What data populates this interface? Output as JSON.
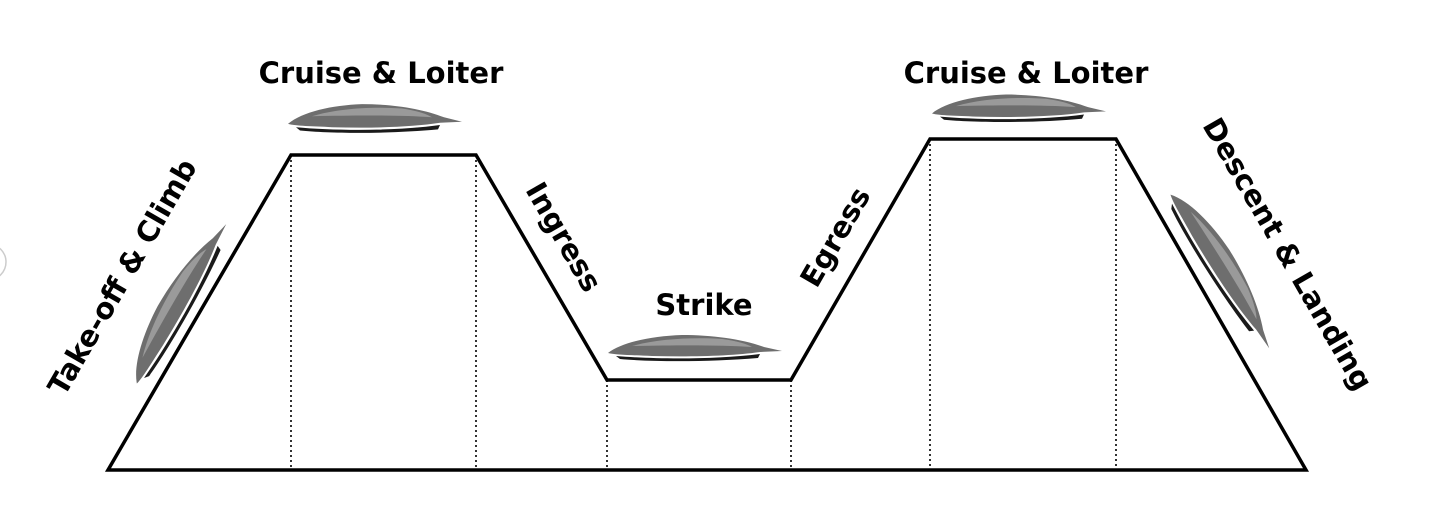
{
  "diagram": {
    "phases": [
      {
        "key": "takeoff",
        "label": "Take-off & Climb"
      },
      {
        "key": "cruise1",
        "label": "Cruise & Loiter"
      },
      {
        "key": "ingress",
        "label": "Ingress"
      },
      {
        "key": "strike",
        "label": "Strike"
      },
      {
        "key": "egress",
        "label": "Egress"
      },
      {
        "key": "cruise2",
        "label": "Cruise & Loiter"
      },
      {
        "key": "descent",
        "label": "Descent & Landing"
      }
    ],
    "colors": {
      "line": "#000000",
      "aircraft_body": "#6e6e6e",
      "aircraft_highlight": "#9a9a9a",
      "aircraft_shadow": "#1a1a1a",
      "background": "#ffffff"
    }
  }
}
